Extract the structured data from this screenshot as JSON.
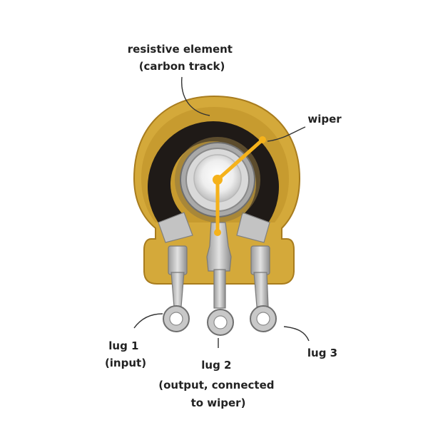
{
  "labels": {
    "resistive_element": [
      "resistive element",
      "(carbon track)"
    ],
    "wiper": "wiper",
    "lug1": [
      "lug 1",
      "(input)"
    ],
    "lug2": [
      "lug 2",
      "(output, connected",
      "to wiper)"
    ],
    "lug3": "lug 3"
  },
  "colors": {
    "pcb": "#d4a93a",
    "pcb_dark": "#a87c1e",
    "carbon_track": "#1f1a17",
    "metal": "#c9c9c9",
    "metal_dark": "#8a8a8a",
    "wiper_highlight": "#f5b21b",
    "label_text": "#222222"
  }
}
